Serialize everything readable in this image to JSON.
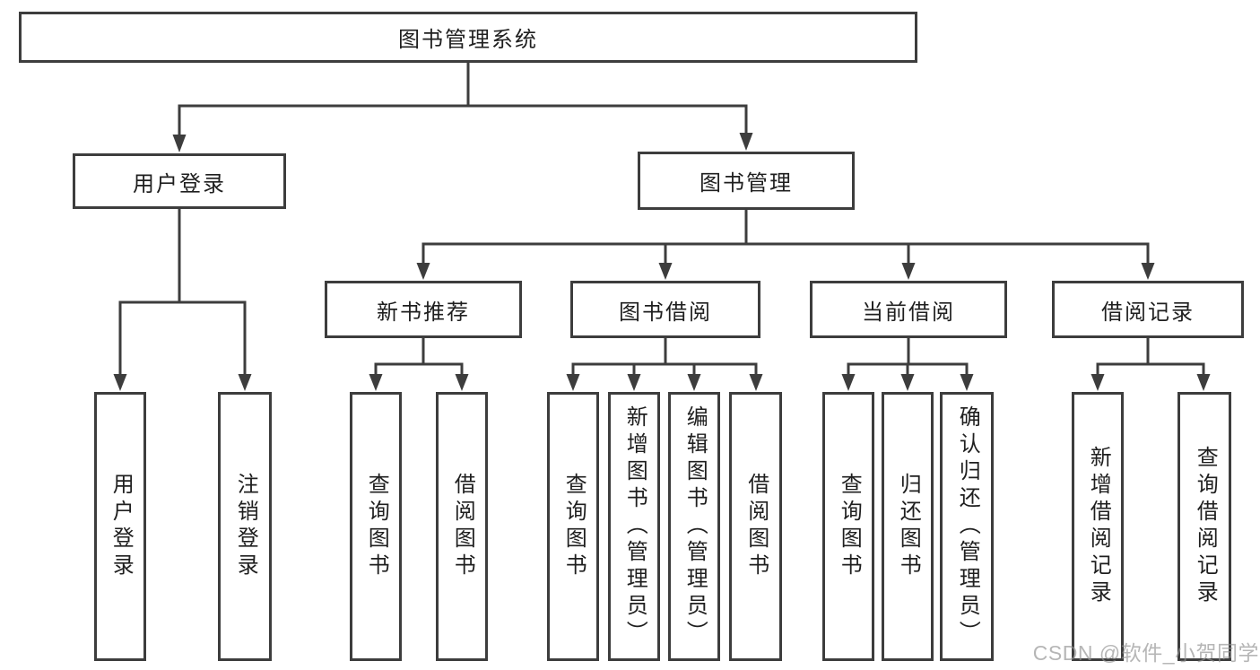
{
  "diagram_title": "图书管理系统",
  "tree": {
    "root": {
      "label": "图书管理系统"
    },
    "children": [
      {
        "label": "用户登录",
        "children": [
          {
            "label": "用户登录"
          },
          {
            "label": "注销登录"
          }
        ]
      },
      {
        "label": "图书管理",
        "children": [
          {
            "label": "新书推荐",
            "children": [
              {
                "label": "查询图书"
              },
              {
                "label": "借阅图书"
              }
            ]
          },
          {
            "label": "图书借阅",
            "children": [
              {
                "label": "查询图书"
              },
              {
                "label": "新增图书（管理员）"
              },
              {
                "label": "编辑图书（管理员）"
              },
              {
                "label": "借阅图书"
              }
            ]
          },
          {
            "label": "当前借阅",
            "children": [
              {
                "label": "查询图书"
              },
              {
                "label": "归还图书"
              },
              {
                "label": "确认归还（管理员）"
              }
            ]
          },
          {
            "label": "借阅记录",
            "children": [
              {
                "label": "新增借阅记录"
              },
              {
                "label": "查询借阅记录"
              }
            ]
          }
        ]
      }
    ]
  },
  "watermark": "CSDN @软件_小贺同学",
  "colors": {
    "line": "#3d3d3d",
    "box_border": "#3d3d3d",
    "box_fill": "#ffffff",
    "text": "#1f1f1f",
    "background": "#ffffff",
    "watermark": "#b5b5b5"
  }
}
